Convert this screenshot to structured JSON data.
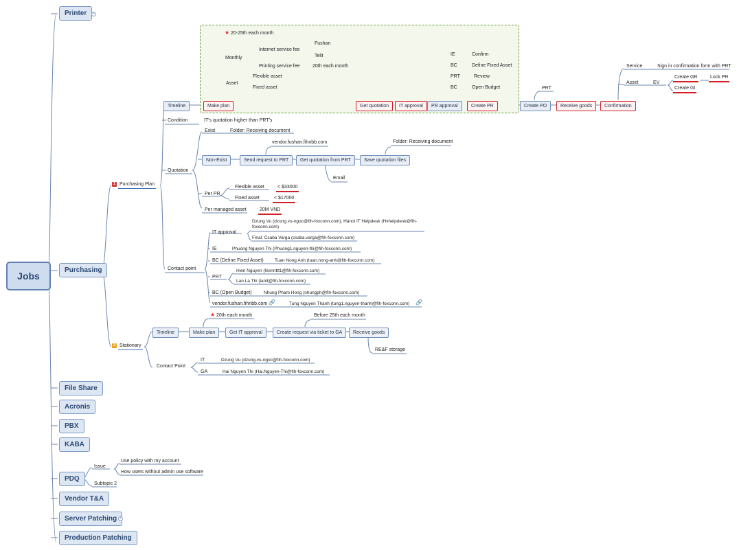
{
  "root": "Jobs",
  "main": {
    "printer": "Printer",
    "purchasing": "Purchasing",
    "file_share": "File Share",
    "acronis": "Acronis",
    "pbx": "PBX",
    "kaba": "KABA",
    "pdq": "PDQ",
    "vendor": "Vendor T&A",
    "server_patching": "Server Patching",
    "production_patching": "Production Patching"
  },
  "purchasing_plan": {
    "label": "Purchasing Plan",
    "badge": "1",
    "timeline": "Timeline",
    "make_plan": "Make plan",
    "date": "20-25th each month",
    "monthly": "Monthly",
    "internet_fee": "Internet service fee",
    "fushan": "Fushan",
    "telit": "Telit",
    "printing_fee": "Printing service fee",
    "twentieth": "20th each month",
    "asset": "Asset",
    "flexible_asset": "Flexible asset",
    "fixed_asset": "Fixed asset",
    "get_quotation": "Get quotation",
    "it_approval": "IT approval",
    "pr_approval": "PR approval",
    "ie": "IE",
    "confirm": "Confirm",
    "bc": "BC",
    "define_fixed": "Define Fixed Asset",
    "prt": "PRT",
    "review": "Review",
    "bc2": "BC",
    "open_budget": "Open Budget",
    "create_pr": "Create PR",
    "create_po": "Create PO",
    "prt2": "PRT",
    "receive_goods": "Receive goods",
    "confirmation": "Confirmation",
    "service": "Service",
    "sign_form": "Sign in confirmation form with PRT",
    "asset2": "Asset",
    "ev": "EV",
    "create_gr": "Create GR",
    "lock_pr": "Lock PR",
    "create_gi": "Create GI",
    "condition": "Condition",
    "condition_text": "IT's quotation higher than PRT's",
    "quotation": "Quotation",
    "exist": "Exist",
    "folder1": "Folder: Receiving document",
    "non_exist": "Non-Exist",
    "vendor_url": "vendor.fushan.fihnbb.com",
    "send_request": "Send request to PRT",
    "get_quotation_prt": "Get quotation from PRT",
    "save_files": "Save quotation files",
    "folder2": "Folder: Receiving document",
    "email": "Email",
    "per_pr": "Per PR",
    "flex2": "Flexible asset",
    "lt33": "< $33000",
    "fixed2": "Fixed asset",
    "lt17": "< $17000",
    "per_managed": "Per managed asset",
    "vnd": "20M VND",
    "contact_point": "Contact point",
    "it_approval2": "IT approval",
    "it_contact1": "Dzung Vu (dzung.vu-ngoc@fih-foxconn.com), Hanoi IT Helpdesk (Hvhelpdesk@fih-",
    "it_contact1b": "foxconn.com)",
    "it_final": "Final: Csaba Varga (csaba.varga@fih-foxconn.com)",
    "ie2": "IE",
    "ie_contact": "Phuong Nguyen Thi (Phuong1.nguyen-thi@fih-foxconn.com)",
    "bc_define": "BC (Define Fixed Asset)",
    "bc_define_contact": "Tuan Nong Anh (tuan.nong-anh@fih-foxconn.com)",
    "prt3": "PRT",
    "prt_contact1": "Hien Nguyen (hiennttt1@fih-foxconn.com)",
    "prt_contact2": "Lan La Thi (lanlt@fih-foxconn.com)",
    "bc_open": "BC (Open Budget)",
    "bc_open_contact": "Nhung Pham Hong (nhungph@fih-foxconn.com)",
    "vendor_url2": "vendor.fushan.fihnbb.com",
    "vendor_contact": "Tung Nguyen Thanh (tung1.nguyen-thanh@fih-foxconn.com)"
  },
  "stationary": {
    "label": "Stationary",
    "badge": "2",
    "timeline": "Timeline",
    "make_plan": "Make plan",
    "date": "20th each month",
    "get_it_approval": "Get IT approval",
    "create_request": "Create request via ticket to GA",
    "before": "Before 25th each month",
    "receive_goods": "Receive goods",
    "storage": "RE&F storage",
    "contact_point": "Contact Point",
    "it": "IT",
    "it_contact": "Dzung Vu (dzung.vu-ngoc@fih-foxconn.com)",
    "ga": "GA",
    "ga_contact": "Hai Nguyen Thi (Hai.Nguyen-Thi@fih-foxconn.com)"
  },
  "pdq": {
    "issue": "Issue",
    "policy": "Use policy with my account",
    "users": "How users without admin use software",
    "subtopic": "Subtopic 2"
  },
  "colors": {
    "accent": "#d32029",
    "line": "#6b86ad",
    "node_fill": "#e9eef6",
    "dashed_group": "#6d9b3a"
  }
}
